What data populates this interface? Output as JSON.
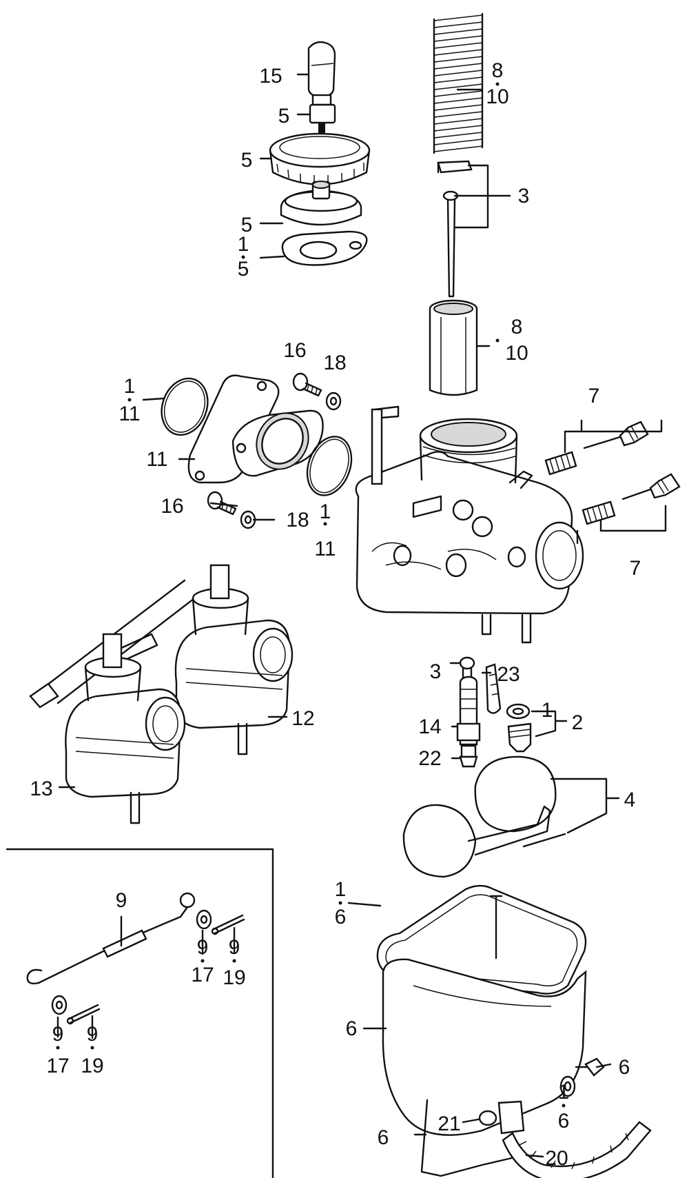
{
  "callouts": {
    "c15": "15",
    "c5a": "5",
    "c5b": "5",
    "c5c": "5",
    "c1a": "1",
    "c5d": "5",
    "c8a": "8",
    "c10a": "10",
    "c3a": "3",
    "c8b": "8",
    "c10b": "10",
    "c16a": "16",
    "c18a": "18",
    "c1b": "1",
    "c11a": "11",
    "c11b": "11",
    "c16b": "16",
    "c18b": "18",
    "c1c": "1",
    "c11c": "11",
    "c7a": "7",
    "c7b": "7",
    "c3b": "3",
    "c23": "23",
    "c1d": "1",
    "c2": "2",
    "c14": "14",
    "c22": "22",
    "c12": "12",
    "c13": "13",
    "c4": "4",
    "c9a": "9",
    "c9b": "9",
    "c17a": "17",
    "c9c": "9",
    "c19a": "19",
    "c9d": "9",
    "c17b": "17",
    "c9e": "9",
    "c19b": "19",
    "c1e": "1",
    "c6a": "6",
    "c6b": "6",
    "c6c": "6",
    "c1f": "1",
    "c6d": "6",
    "c21": "21",
    "c6e": "6",
    "c20": "20"
  }
}
